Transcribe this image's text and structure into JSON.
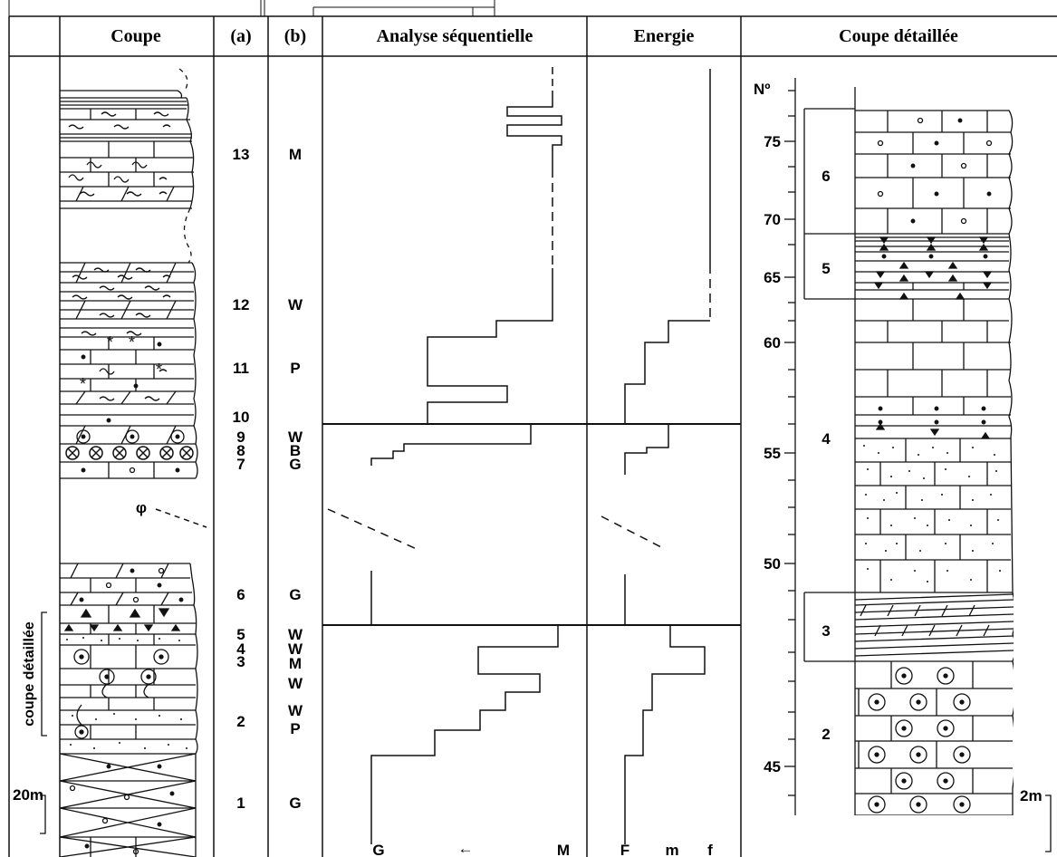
{
  "headers": {
    "coupe": "Coupe",
    "a": "(a)",
    "b": "(b)",
    "analyse": "Analyse séquentielle",
    "energie": "Energie",
    "detail": "Coupe détaillée"
  },
  "units": [
    {
      "a": "13",
      "b": "M"
    },
    {
      "a": "12",
      "b": "W"
    },
    {
      "a": "11",
      "b": "P"
    },
    {
      "a": "10",
      "b": ""
    },
    {
      "a": "9",
      "b": "W"
    },
    {
      "a": "8",
      "b": "B"
    },
    {
      "a": "7",
      "b": "G"
    },
    {
      "a": "6",
      "b": "G"
    },
    {
      "a": "5",
      "b": "W"
    },
    {
      "a": "4",
      "b": "W"
    },
    {
      "a": "3",
      "b": "M"
    },
    {
      "a": "",
      "b": "W"
    },
    {
      "a": "2",
      "b": "W"
    },
    {
      "a": "",
      "b": "P"
    },
    {
      "a": "1",
      "b": "G"
    }
  ],
  "left_column": {
    "phi": "φ",
    "scale_label": "20m",
    "side_label": "coupe détaillée"
  },
  "analyse_axis": {
    "left": "G",
    "arrow": "←",
    "right": "M"
  },
  "energie_axis": {
    "f1": "F",
    "m": "m",
    "f2": "f"
  },
  "detail": {
    "no_label": "Nº",
    "depth_ticks": [
      "75",
      "70",
      "65",
      "60",
      "55",
      "50",
      "45"
    ],
    "units": [
      "6",
      "5",
      "4",
      "3",
      "2"
    ],
    "scale_label": "2m"
  }
}
